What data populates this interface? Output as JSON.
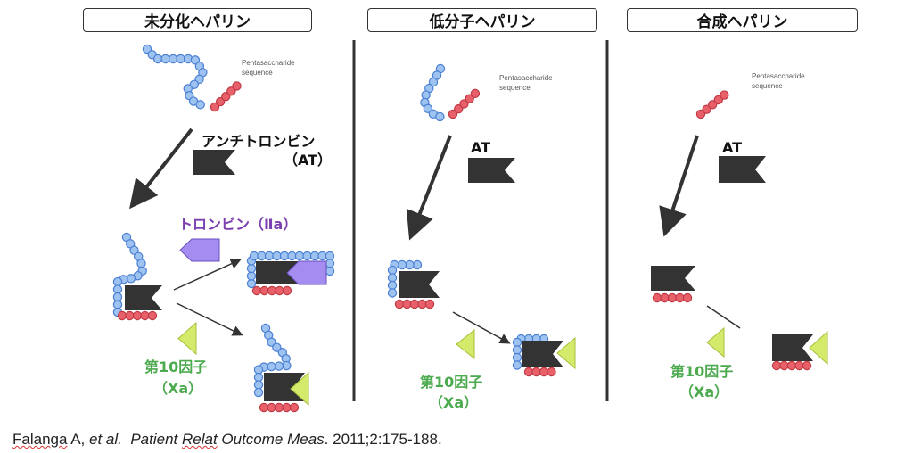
{
  "panels": [
    {
      "title": "未分化ヘパリン",
      "pentasaccharide_label": [
        "Pentasaccharide",
        "sequence"
      ],
      "at_label": "アンチトロンビン",
      "at_label2": "（AT）",
      "thrombin_label": "トロンビン（Ⅱa）",
      "xa_label": "第10因子",
      "xa_label2": "（Xa）"
    },
    {
      "title": "低分子ヘパリン",
      "pentasaccharide_label": [
        "Pentasaccharide",
        "sequence"
      ],
      "at_label": "AT",
      "xa_label": "第10因子",
      "xa_label2": "（Xa）"
    },
    {
      "title": "合成ヘパリン",
      "pentasaccharide_label": [
        "Pentasaccharide",
        "sequence"
      ],
      "at_label": "AT",
      "xa_label": "第10因子",
      "xa_label2": "（Xa）"
    }
  ],
  "citation": {
    "author": "Falanga",
    "author_rest": " A, ",
    "etal": "et al.",
    "journal_a": "  Patient ",
    "journal_b": "Relat",
    "journal_c": " Outcome Meas",
    "rest": ". 2011;2:175-188."
  },
  "colors": {
    "blue_bead": "#9ec3f0",
    "blue_stroke": "#4a7fd4",
    "red_bead": "#e8606a",
    "red_stroke": "#c03a44",
    "at": "#333333",
    "thrombin": "#a58cf0",
    "thrombin_text": "#7b3fb0",
    "xa": "#d4ea6b",
    "xa_text": "#4caa4f"
  }
}
